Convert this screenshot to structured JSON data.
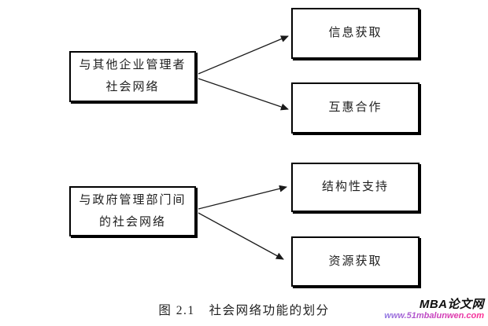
{
  "figure": {
    "caption_label": "图 2.1",
    "caption_title": "社会网络功能的划分"
  },
  "nodes": {
    "source_managers": {
      "line1": "与其他企业管理者",
      "line2": "社会网络"
    },
    "target_information": "信息获取",
    "target_cooperation": "互惠合作",
    "source_government": {
      "line1": "与政府管理部门间",
      "line2": "的社会网络"
    },
    "target_structural": "结构性支持",
    "target_resource": "资源获取"
  },
  "watermark": {
    "brand": "MBA论文网",
    "url": "www.51mbalunwen.com"
  },
  "colors": {
    "background": "#ffffff",
    "diagram_line": "#1a1a1a",
    "box_border": "#000000",
    "text": "#1f1f1f",
    "watermark_brand": "#0d0d0d",
    "url_gradient_start": "#8f7ae4",
    "url_gradient_mid": "#c840be",
    "url_gradient_end": "#ff2d92"
  }
}
